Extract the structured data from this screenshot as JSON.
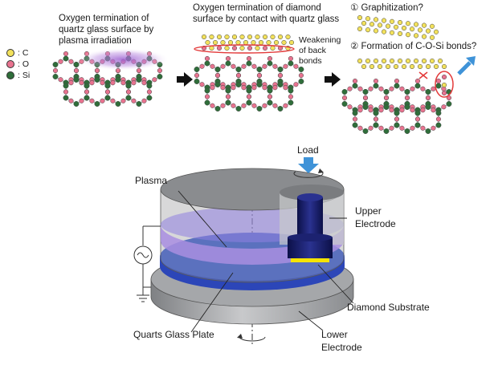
{
  "colors": {
    "carbon": "#f2e15c",
    "oxygen": "#e8738f",
    "silicon": "#2f6e3a",
    "bond": "#9a9a9a",
    "plasma_glow": "#b07ad6",
    "plasma_band": "#a98ee0",
    "quartz_plate": "#3f61d6",
    "electrode_gray": "#9ea0a3",
    "holder_navy": "#14195e",
    "diamond_yellow": "#f5e300",
    "load_arrow": "#3f93d8",
    "highlight_circle": "#e33a3a"
  },
  "legend": [
    {
      "symbol": "carbon",
      "label": ": C"
    },
    {
      "symbol": "oxygen",
      "label": ": O"
    },
    {
      "symbol": "silicon",
      "label": ": Si"
    }
  ],
  "steps": {
    "step1": {
      "title_line1": "Oxygen termination of",
      "title_line2": "quartz glass surface by",
      "title_line3": "plasma irradiation"
    },
    "step2": {
      "title_line1": "Oxygen termination of diamond",
      "title_line2": "surface by contact with quartz glass",
      "note_line1": "Weakening",
      "note_line2": "of back",
      "note_line3": "bonds"
    },
    "step3": {
      "option1": "① Graphitization?",
      "option2": "② Formation of C-O-Si bonds?"
    }
  },
  "apparatus": {
    "load": "Load",
    "plasma": "Plasma",
    "upper_electrode_line1": "Upper",
    "upper_electrode_line2": "Electrode",
    "diamond_substrate": "Diamond Substrate",
    "quartz_plate": "Quarts Glass Plate",
    "lower_electrode_line1": "Lower",
    "lower_electrode_line2": "Electrode"
  }
}
